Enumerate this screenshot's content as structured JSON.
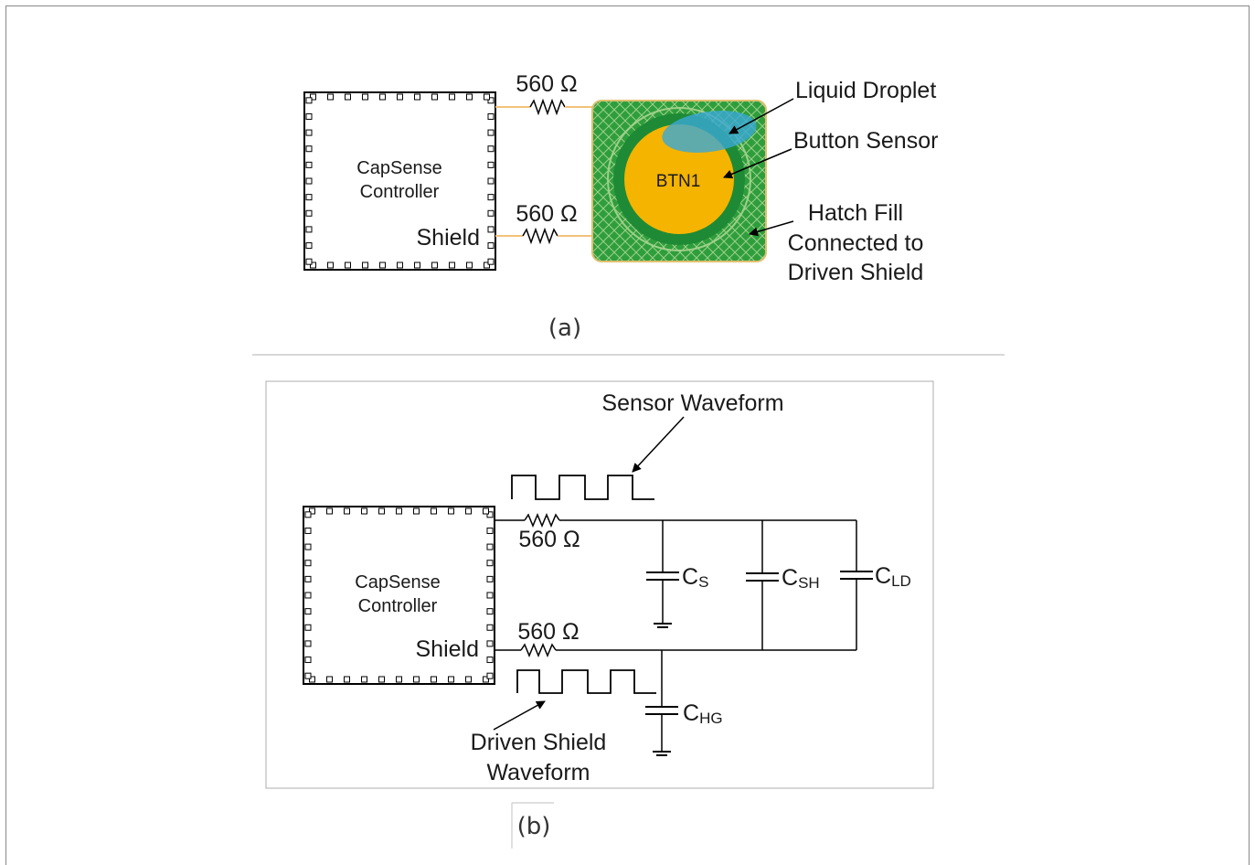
{
  "panel_a": {
    "controller_line1": "CapSense",
    "controller_line2": "Controller",
    "shield_pin": "Shield",
    "resistor_top": "560 Ω",
    "resistor_bottom": "560 Ω",
    "button_label": "BTN1",
    "callout_droplet": "Liquid Droplet",
    "callout_button": "Button Sensor",
    "callout_hatch_line1": "Hatch Fill",
    "callout_hatch_line2": "Connected to",
    "callout_hatch_line3": "Driven Shield",
    "caption": "(a)"
  },
  "panel_b": {
    "controller_line1": "CapSense",
    "controller_line2": "Controller",
    "shield_pin": "Shield",
    "resistor_top": "560 Ω",
    "resistor_bottom": "560 Ω",
    "sensor_waveform": "Sensor Waveform",
    "shield_waveform_line1": "Driven Shield",
    "shield_waveform_line2": "Waveform",
    "cap_s": {
      "main": "C",
      "sub": "S"
    },
    "cap_sh": {
      "main": "C",
      "sub": "SH"
    },
    "cap_ld": {
      "main": "C",
      "sub": "LD"
    },
    "cap_hg": {
      "main": "C",
      "sub": "HG"
    },
    "caption": "(b)"
  },
  "colors": {
    "hatch_green": "#2e9e3c",
    "ring_green": "#1e8a35",
    "button_orange": "#f4b400",
    "droplet_blue": "#3aa7d6",
    "trace_orange": "#f2c27a"
  }
}
